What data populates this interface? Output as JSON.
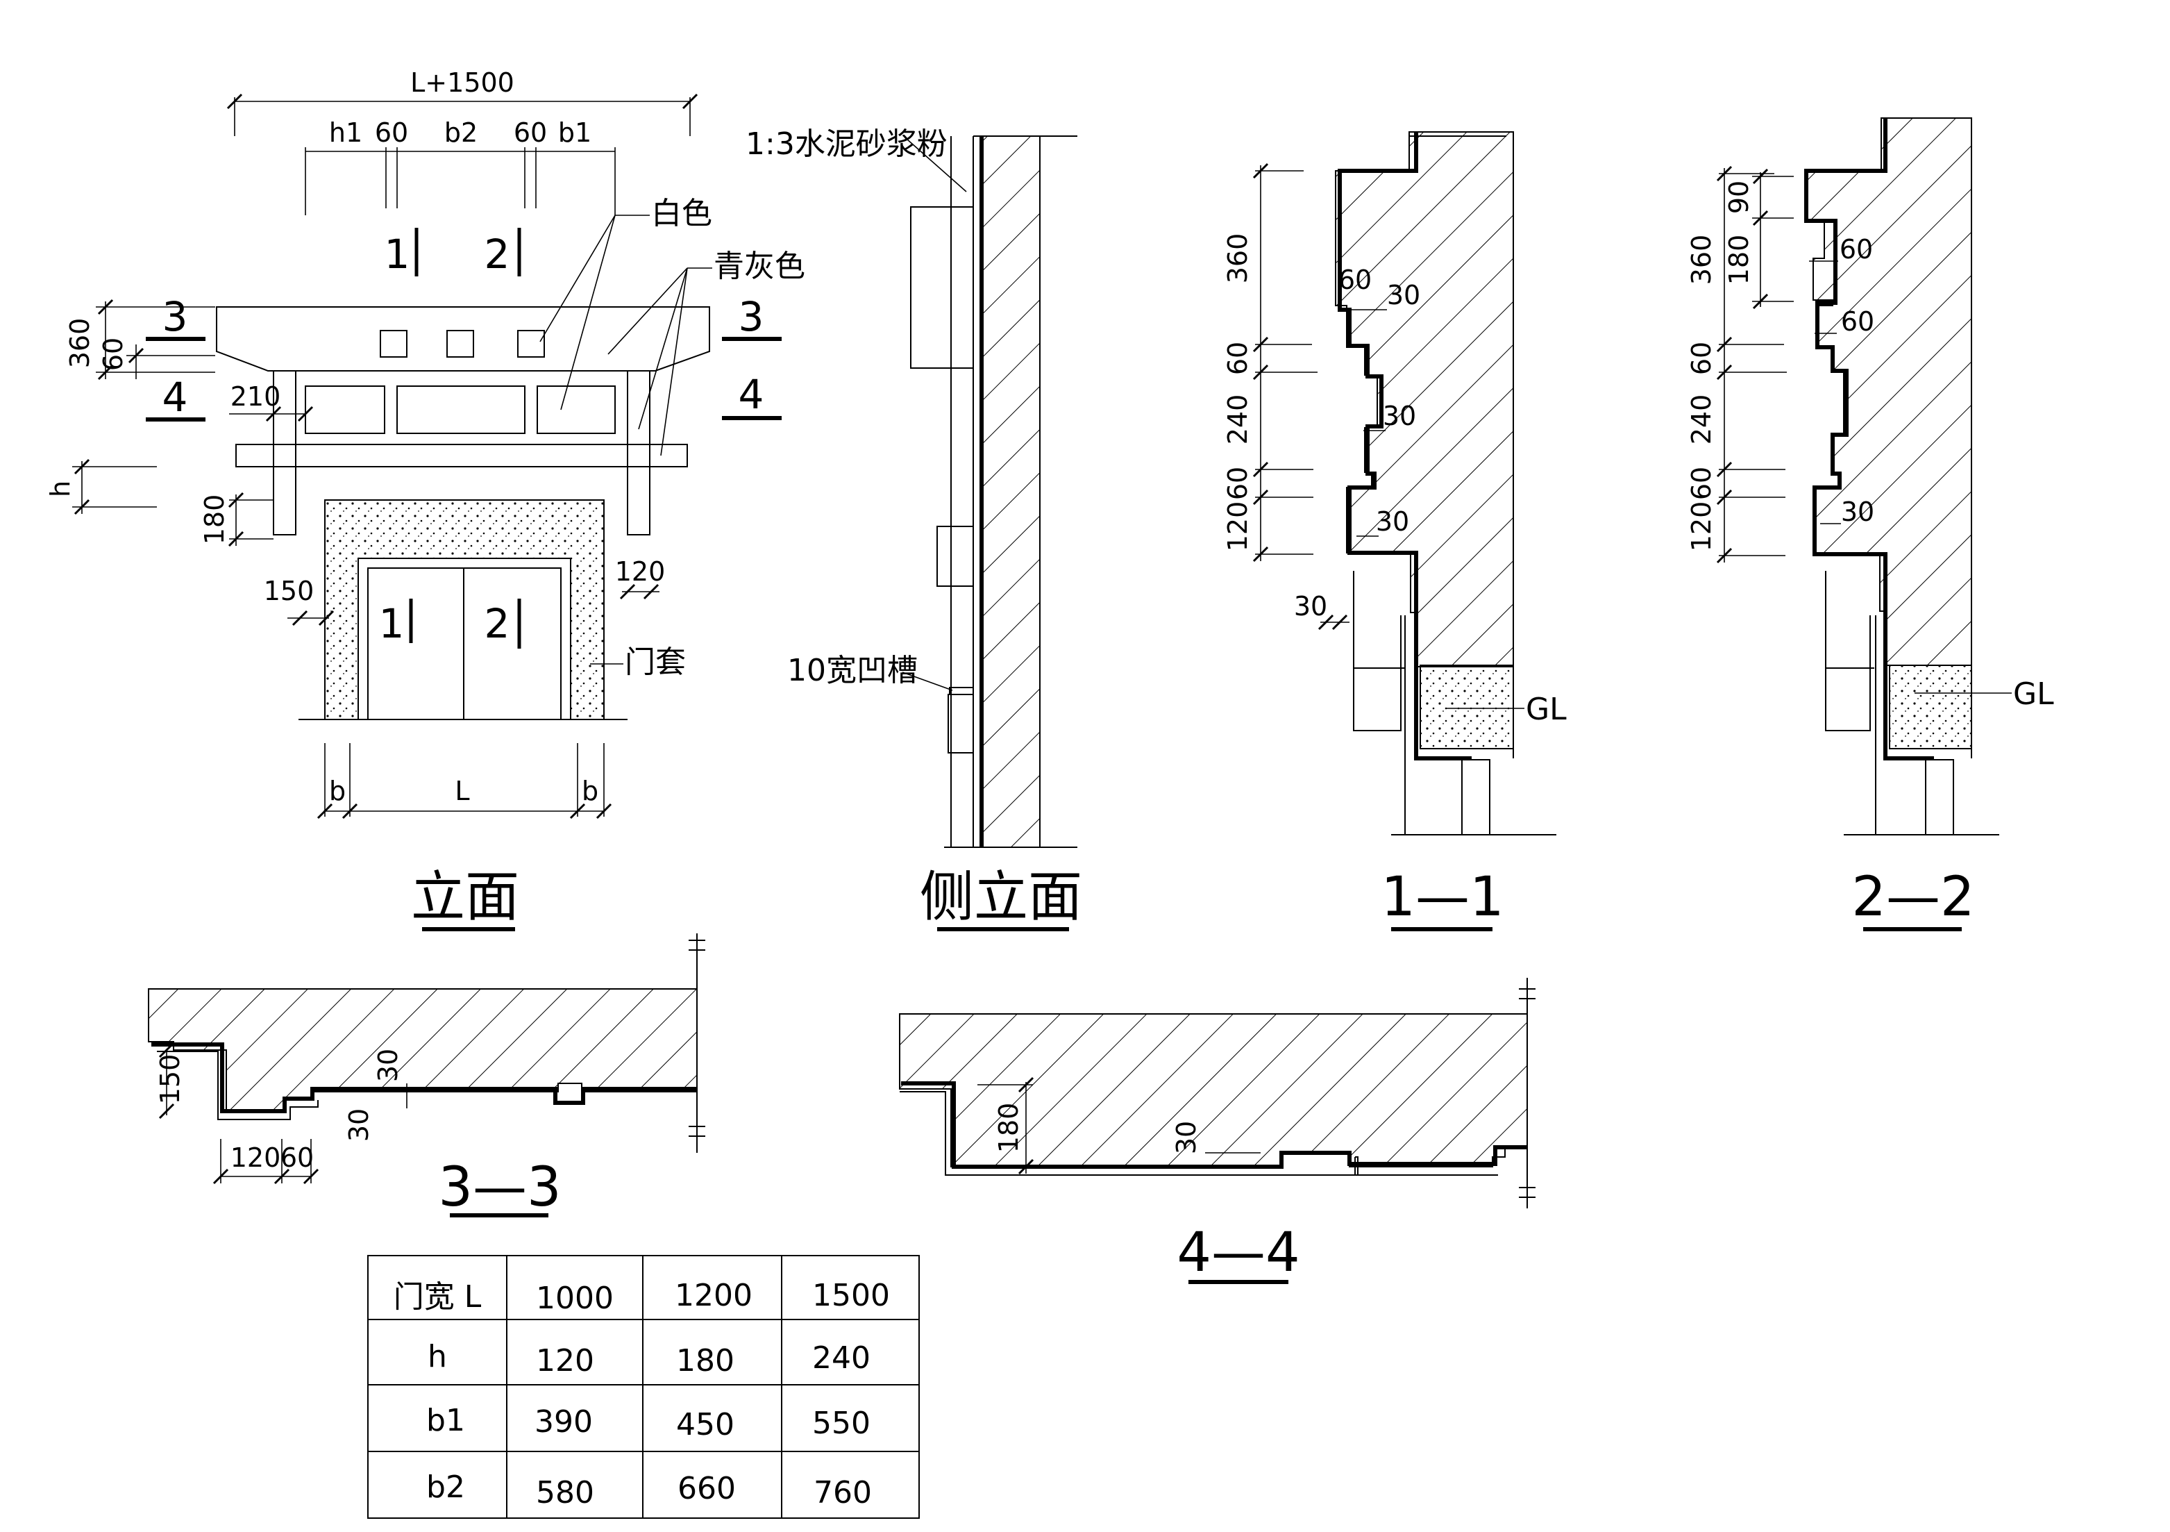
{
  "elevation": {
    "title": "立面",
    "dim_total": "L+1500",
    "dim_h1": "h1",
    "dim_60a": "60",
    "dim_b2": "b2",
    "dim_60b": "60",
    "dim_b1": "b1",
    "cut1": "1",
    "cut2": "2",
    "cut3": "3",
    "cut4": "4",
    "dim_360": "360",
    "dim_60": "60",
    "dim_210": "210",
    "dim_h": "h",
    "dim_180": "180",
    "dim_150": "150",
    "dim_120": "120",
    "dim_b_left": "b",
    "dim_L": "L",
    "dim_b_right": "b",
    "label_white": "白色",
    "label_bluegray": "青灰色",
    "label_door_surround": "门套"
  },
  "side_elevation": {
    "title": "侧立面",
    "label_mortar": "1:3水泥砂浆粉",
    "label_groove": "10宽凹槽"
  },
  "section_1_1": {
    "title": "1—1",
    "dims": [
      "360",
      "60",
      "240",
      "60",
      "120",
      "60",
      "30",
      "30",
      "30",
      "30"
    ],
    "label_gl": "GL"
  },
  "section_2_2": {
    "title": "2—2",
    "dims": [
      "90",
      "180",
      "360",
      "60",
      "240",
      "60",
      "120",
      "60",
      "60",
      "30"
    ],
    "label_gl": "GL"
  },
  "section_3_3": {
    "title": "3—3",
    "dims": [
      "150",
      "30",
      "30",
      "120",
      "60"
    ]
  },
  "section_4_4": {
    "title": "4—4",
    "dims": [
      "180",
      "30"
    ]
  },
  "size_table": {
    "rows": [
      [
        "门宽 L",
        "1000",
        "1200",
        "1500"
      ],
      [
        "h",
        "120",
        "180",
        "240"
      ],
      [
        "b1",
        "390",
        "450",
        "550"
      ],
      [
        "b2",
        "580",
        "660",
        "760"
      ]
    ]
  }
}
